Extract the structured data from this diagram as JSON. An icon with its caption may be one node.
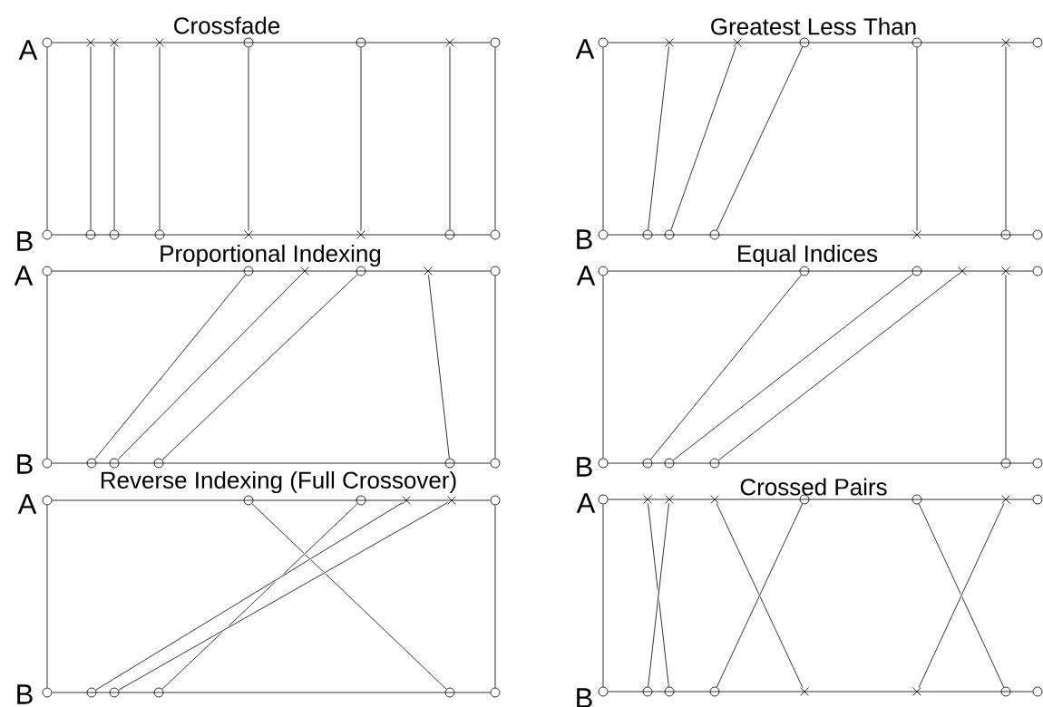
{
  "diagram": {
    "nodes": [
      {
        "text": [],
        "shape": "circle"
      },
      {
        "text": [],
        "shape": "cross"
      },
      {
        "text": [],
        "shape": "cross"
      },
      {
        "text": [],
        "shape": "cross"
      },
      {
        "text": [],
        "shape": "circle"
      },
      {
        "text": [],
        "shape": "circle"
      },
      {
        "text": [],
        "shape": "cross"
      },
      {
        "text": [],
        "shape": "circle"
      },
      {
        "text": [],
        "shape": "circle"
      },
      {
        "text": [],
        "shape": "circle"
      },
      {
        "text": [],
        "shape": "circle"
      },
      {
        "text": [],
        "shape": "circle"
      },
      {
        "text": [],
        "shape": "cross"
      },
      {
        "text": [],
        "shape": "cross"
      },
      {
        "text": [],
        "shape": "circle"
      },
      {
        "text": [],
        "shape": "circle"
      },
      {
        "text": [],
        "shape": "circle"
      },
      {
        "text": [],
        "shape": "cross"
      },
      {
        "text": [],
        "shape": "cross"
      },
      {
        "text": [],
        "shape": "circle"
      },
      {
        "text": [],
        "shape": "circle"
      },
      {
        "text": [],
        "shape": "cross"
      },
      {
        "text": [],
        "shape": "circle"
      },
      {
        "text": [],
        "shape": "circle"
      },
      {
        "text": [],
        "shape": "circle"
      },
      {
        "text": [],
        "shape": "circle"
      },
      {
        "text": [],
        "shape": "circle"
      },
      {
        "text": [],
        "shape": "cross"
      },
      {
        "text": [],
        "shape": "circle"
      },
      {
        "text": [],
        "shape": "circle"
      },
      {
        "text": [],
        "shape": "circle"
      },
      {
        "text": [],
        "shape": "circle"
      },
      {
        "text": [],
        "shape": "cross"
      },
      {
        "text": [],
        "shape": "circle"
      },
      {
        "text": [],
        "shape": "cross"
      },
      {
        "text": [],
        "shape": "circle"
      },
      {
        "text": [],
        "shape": "circle"
      },
      {
        "text": [],
        "shape": "circle"
      },
      {
        "text": [],
        "shape": "circle"
      },
      {
        "text": [],
        "shape": "circle"
      },
      {
        "text": [],
        "shape": "circle"
      },
      {
        "text": [],
        "shape": "circle"
      },
      {
        "text": [],
        "shape": "circle"
      },
      {
        "text": [],
        "shape": "circle"
      },
      {
        "text": [],
        "shape": "circle"
      },
      {
        "text": [],
        "shape": "cross"
      },
      {
        "text": [],
        "shape": "cross"
      },
      {
        "text": [],
        "shape": "circle"
      },
      {
        "text": [],
        "shape": "circle"
      },
      {
        "text": [],
        "shape": "circle"
      },
      {
        "text": [],
        "shape": "circle"
      },
      {
        "text": [],
        "shape": "circle"
      },
      {
        "text": [],
        "shape": "circle"
      },
      {
        "text": [],
        "shape": "circle"
      },
      {
        "text": [],
        "shape": "circle"
      },
      {
        "text": [],
        "shape": "circle"
      },
      {
        "text": [],
        "shape": "circle"
      },
      {
        "text": [],
        "shape": "cross"
      },
      {
        "text": [],
        "shape": "cross"
      },
      {
        "text": [],
        "shape": "circle"
      },
      {
        "text": [],
        "shape": "circle"
      },
      {
        "text": [],
        "shape": "circle"
      },
      {
        "text": [],
        "shape": "circle"
      },
      {
        "text": [],
        "shape": "circle"
      },
      {
        "text": [],
        "shape": "circle"
      },
      {
        "text": [],
        "shape": "circle"
      },
      {
        "text": [],
        "shape": "circle"
      },
      {
        "text": [],
        "shape": "cross"
      },
      {
        "text": [],
        "shape": "cross"
      },
      {
        "text": [],
        "shape": "cross"
      },
      {
        "text": [],
        "shape": "circle"
      },
      {
        "text": [],
        "shape": "circle"
      },
      {
        "text": [],
        "shape": "cross"
      },
      {
        "text": [],
        "shape": "circle"
      },
      {
        "text": [],
        "shape": "circle"
      },
      {
        "text": [],
        "shape": "circle"
      },
      {
        "text": [],
        "shape": "circle"
      },
      {
        "text": [],
        "shape": "circle"
      },
      {
        "text": [],
        "shape": "cross"
      },
      {
        "text": [],
        "shape": "cross"
      },
      {
        "text": [],
        "shape": "circle"
      },
      {
        "text": [],
        "shape": "circle"
      }
    ],
    "edges": [
      {
        "from": 0,
        "to": 7,
        "arrow": "none"
      },
      {
        "from": 8,
        "to": 15,
        "arrow": "none"
      },
      {
        "from": 0,
        "to": 8,
        "arrow": "none"
      },
      {
        "from": 1,
        "to": 9,
        "arrow": "none"
      },
      {
        "from": 2,
        "to": 10,
        "arrow": "none"
      },
      {
        "from": 3,
        "to": 11,
        "arrow": "none"
      },
      {
        "from": 4,
        "to": 12,
        "arrow": "none"
      },
      {
        "from": 5,
        "to": 13,
        "arrow": "none"
      },
      {
        "from": 6,
        "to": 14,
        "arrow": "none"
      },
      {
        "from": 7,
        "to": 15,
        "arrow": "none"
      },
      {
        "from": 16,
        "to": 22,
        "arrow": "none"
      },
      {
        "from": 23,
        "to": 29,
        "arrow": "none"
      },
      {
        "from": 16,
        "to": 23,
        "arrow": "none"
      },
      {
        "from": 17,
        "to": 24,
        "arrow": "none"
      },
      {
        "from": 18,
        "to": 25,
        "arrow": "none"
      },
      {
        "from": 19,
        "to": 26,
        "arrow": "none"
      },
      {
        "from": 20,
        "to": 27,
        "arrow": "none"
      },
      {
        "from": 21,
        "to": 28,
        "arrow": "none"
      },
      {
        "from": 30,
        "to": 35,
        "arrow": "none"
      },
      {
        "from": 36,
        "to": 41,
        "arrow": "none"
      },
      {
        "from": 30,
        "to": 36,
        "arrow": "none"
      },
      {
        "from": 31,
        "to": 37,
        "arrow": "none"
      },
      {
        "from": 32,
        "to": 38,
        "arrow": "none"
      },
      {
        "from": 33,
        "to": 39,
        "arrow": "none"
      },
      {
        "from": 34,
        "to": 40,
        "arrow": "none"
      },
      {
        "from": 35,
        "to": 41,
        "arrow": "none"
      },
      {
        "from": 42,
        "to": 47,
        "arrow": "none"
      },
      {
        "from": 48,
        "to": 53,
        "arrow": "none"
      },
      {
        "from": 42,
        "to": 48,
        "arrow": "none"
      },
      {
        "from": 43,
        "to": 49,
        "arrow": "none"
      },
      {
        "from": 44,
        "to": 50,
        "arrow": "none"
      },
      {
        "from": 45,
        "to": 51,
        "arrow": "none"
      },
      {
        "from": 46,
        "to": 52,
        "arrow": "none"
      },
      {
        "from": 54,
        "to": 59,
        "arrow": "none"
      },
      {
        "from": 60,
        "to": 65,
        "arrow": "none"
      },
      {
        "from": 54,
        "to": 60,
        "arrow": "none"
      },
      {
        "from": 55,
        "to": 64,
        "arrow": "none"
      },
      {
        "from": 56,
        "to": 63,
        "arrow": "none"
      },
      {
        "from": 57,
        "to": 61,
        "arrow": "none"
      },
      {
        "from": 58,
        "to": 62,
        "arrow": "none"
      },
      {
        "from": 59,
        "to": 65,
        "arrow": "none"
      },
      {
        "from": 66,
        "to": 73,
        "arrow": "none"
      },
      {
        "from": 74,
        "to": 81,
        "arrow": "none"
      },
      {
        "from": 66,
        "to": 74,
        "arrow": "none"
      },
      {
        "from": 67,
        "to": 76,
        "arrow": "none"
      },
      {
        "from": 68,
        "to": 75,
        "arrow": "none"
      },
      {
        "from": 69,
        "to": 78,
        "arrow": "none"
      },
      {
        "from": 70,
        "to": 77,
        "arrow": "none"
      },
      {
        "from": 71,
        "to": 80,
        "arrow": "none"
      },
      {
        "from": 72,
        "to": 79,
        "arrow": "none"
      }
    ],
    "labels": [
      "Crossfade",
      "A",
      "B",
      "Greatest Less Than",
      "A",
      "B",
      "Proportional Indexing",
      "A",
      "B",
      "Equal Indices",
      "A",
      "B",
      "Reverse Indexing (Full Crossover)",
      "A",
      "B",
      "Crossed Pairs",
      "A",
      "B"
    ]
  }
}
